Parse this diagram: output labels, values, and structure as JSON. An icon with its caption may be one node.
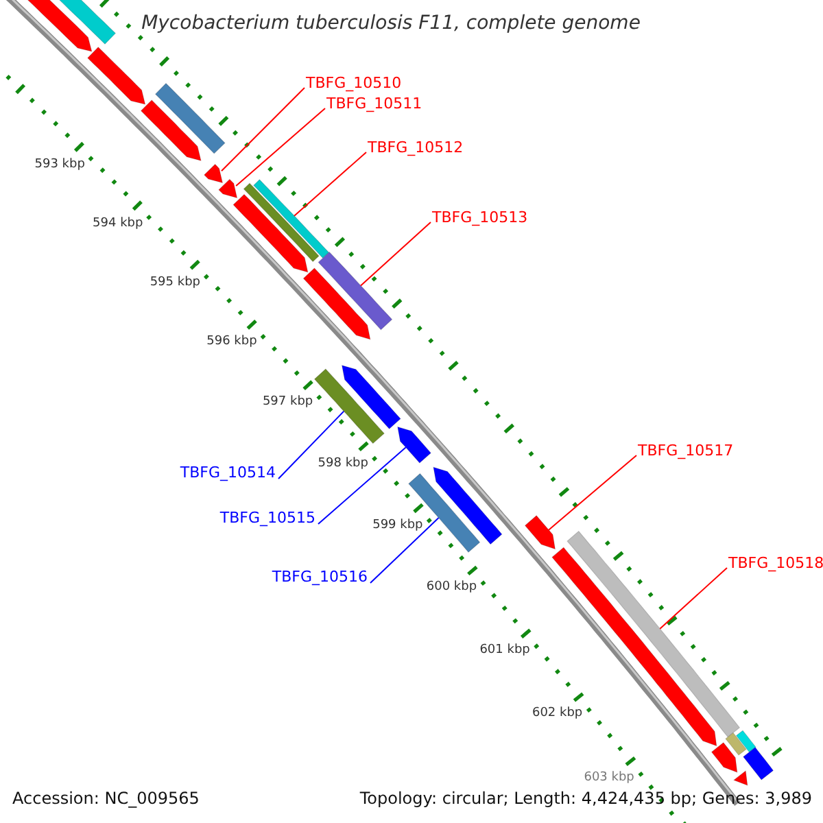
{
  "diagram": {
    "title": "Mycobacterium tuberculosis F11, complete genome",
    "nodes": [
      {
        "text": [
          "TBFG_10510"
        ]
      },
      {
        "text": [
          "TBFG_10511"
        ]
      },
      {
        "text": [
          "TBFG_10512"
        ]
      },
      {
        "text": [
          "TBFG_10513"
        ]
      },
      {
        "text": [
          "TBFG_10514"
        ]
      },
      {
        "text": [
          "TBFG_10515"
        ]
      },
      {
        "text": [
          "TBFG_10516"
        ]
      },
      {
        "text": [
          "TBFG_10517"
        ]
      },
      {
        "text": [
          "TBFG_10518"
        ]
      },
      {
        "text": [],
        "shape": "arrow"
      },
      {
        "text": [],
        "shape": "bar"
      },
      {
        "text": [],
        "shape": "arrow"
      },
      {
        "text": [],
        "shape": "bar"
      },
      {
        "text": [],
        "shape": "arrow"
      },
      {
        "text": [],
        "shape": "arrow"
      },
      {
        "text": [],
        "shape": "arrow"
      },
      {
        "text": [],
        "shape": "bar"
      },
      {
        "text": [],
        "shape": "bar"
      },
      {
        "text": [],
        "shape": "arrow"
      },
      {
        "text": [],
        "shape": "bar"
      },
      {
        "text": [],
        "shape": "arrow"
      },
      {
        "text": [],
        "shape": "bar"
      },
      {
        "text": [],
        "shape": "arrow"
      },
      {
        "text": [],
        "shape": "arrow"
      },
      {
        "text": [],
        "shape": "bar"
      },
      {
        "text": [],
        "shape": "arrow"
      },
      {
        "text": [],
        "shape": "arrow"
      },
      {
        "text": [],
        "shape": "bar"
      },
      {
        "text": [],
        "shape": "arrow"
      },
      {
        "text": [],
        "shape": "bar"
      },
      {
        "text": [],
        "shape": "arrow"
      },
      {
        "text": [],
        "shape": "bar"
      },
      {
        "text": [],
        "shape": "bar"
      },
      {
        "text": [],
        "shape": "arrow"
      }
    ],
    "edges": [
      {
        "from": 0,
        "to": 14,
        "arrow": "none"
      },
      {
        "from": 1,
        "to": 15,
        "arrow": "none"
      },
      {
        "from": 2,
        "to": 17,
        "arrow": "none"
      },
      {
        "from": 3,
        "to": 19,
        "arrow": "none"
      },
      {
        "from": 4,
        "to": 21,
        "arrow": "none",
        "color": "#0000ff"
      },
      {
        "from": 5,
        "to": 23,
        "arrow": "none",
        "color": "#0000ff"
      },
      {
        "from": 6,
        "to": 24,
        "arrow": "none",
        "color": "#0000ff"
      },
      {
        "from": 7,
        "to": 26,
        "arrow": "none"
      },
      {
        "from": 8,
        "to": 27,
        "arrow": "none"
      }
    ],
    "labels": [
      "593 kbp",
      "594 kbp",
      "595 kbp",
      "596 kbp",
      "597 kbp",
      "598 kbp",
      "599 kbp",
      "600 kbp",
      "601 kbp",
      "602 kbp",
      "603 kbp",
      "Accession: NC_009565",
      "Topology: circular; Length: 4,424,435 bp; Genes: 3,989"
    ]
  }
}
